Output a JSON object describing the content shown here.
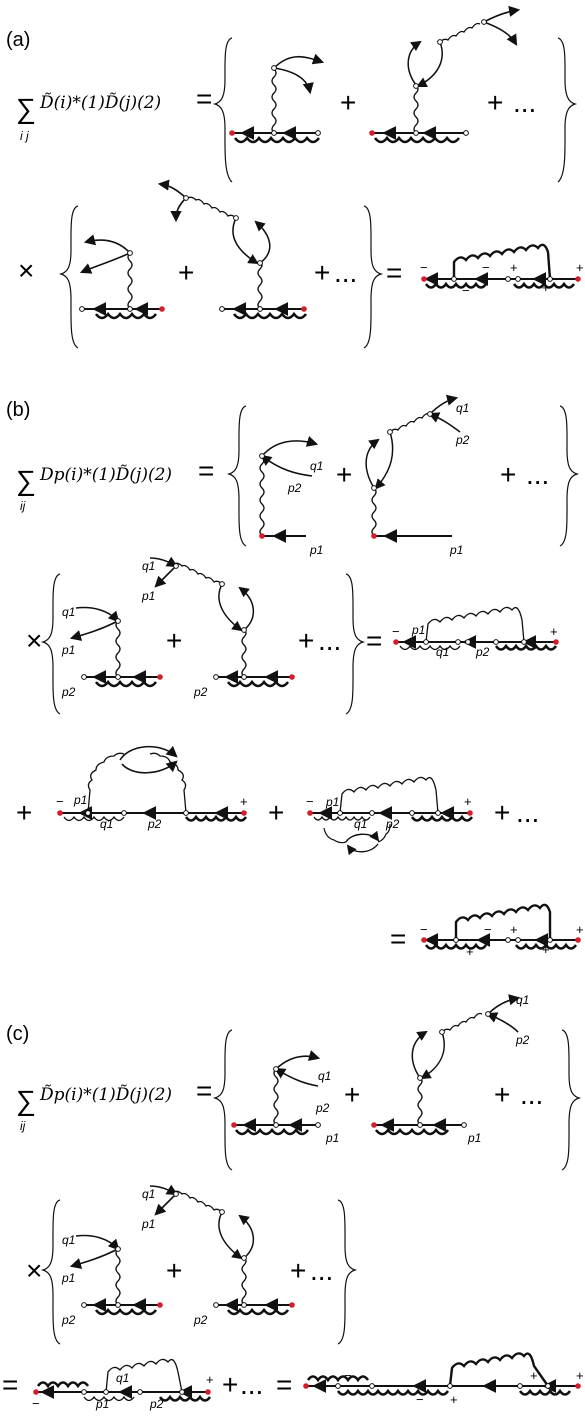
{
  "panels": {
    "a": {
      "label": "(a)",
      "sum_lhs": {
        "sum": "∑",
        "sum_index": "i j",
        "expr": "D̃(i)*(1)D̃(j)(2)",
        "eq": "="
      },
      "ops": {
        "plus": "+",
        "dots": "...",
        "times": "×",
        "equals": "="
      },
      "signs": [
        "−",
        "−",
        "+",
        "−",
        "+",
        "+"
      ]
    },
    "b": {
      "label": "(b)",
      "sum_lhs": {
        "sum": "∑",
        "sum_index": "ij",
        "expr": "Dp(i)*(1)D̃(j)(2)",
        "eq": "="
      },
      "momenta": {
        "q1": "q1",
        "p1": "p1",
        "p2": "p2"
      },
      "ops": {
        "plus": "+",
        "dots": "...",
        "times": "×",
        "equals": "="
      },
      "signs": [
        "−",
        "+",
        "−",
        "+",
        "−",
        "+",
        "−",
        "+",
        "−",
        "+",
        "+",
        "+"
      ]
    },
    "c": {
      "label": "(c)",
      "sum_lhs": {
        "sum": "∑",
        "sum_index": "ij",
        "expr": "D̃p(i)*(1)D̃(j)(2)",
        "eq": "="
      },
      "momenta": {
        "q1": "q1",
        "p1": "p1",
        "p2": "p2"
      },
      "ops": {
        "plus": "+",
        "dots": "...",
        "times": "×",
        "equals": "="
      },
      "signs": [
        "−",
        "+",
        "−",
        "−",
        "+",
        "+",
        "+"
      ]
    }
  },
  "colors": {
    "ink": "#111111",
    "vertex_fill": "#ffffff",
    "endpoint": "#d41c2c"
  }
}
